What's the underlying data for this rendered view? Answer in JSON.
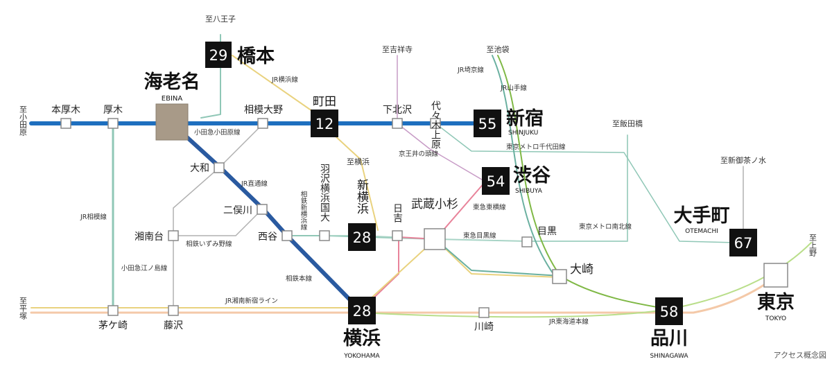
{
  "colors": {
    "odakyu": "#1e6fbf",
    "sotetsu": "#2a5aa0",
    "jr_green": "#8fc7b6",
    "jr_yamanote": "#7fb845",
    "keio_inokashira": "#c79bc6",
    "tokyu_toyoko": "#e8839a",
    "yellow_line": "#e9d27e",
    "grey_line": "#a8a8a8",
    "teal_line": "#6ab0a0",
    "tokaido": "#f4c9a8",
    "station_box": "#111111",
    "ebina_box": "#a89a88"
  },
  "destinations": {
    "hachioji": "至八王子",
    "odawara": "至小田原",
    "kichijoji": "至吉祥寺",
    "ikebukuro": "至池袋",
    "yokohama": "至横浜",
    "iidabashi": "至飯田橋",
    "shinochanomizu": "至新御茶ノ水",
    "ueno": "至上野",
    "hiratsuka": "至平塚"
  },
  "lines": {
    "jr_yokohama": "JR横浜線",
    "odakyu": "小田急小田原線",
    "jr_chokutsu": "JR直通線",
    "jr_sagami": "JR相模線",
    "sotetsu_izumino": "相鉄いずみ野線",
    "sotetsu_shin_yokohama": "相鉄新横浜線",
    "odakyu_enoshima": "小田急江ノ島線",
    "sotetsu_main": "相鉄本線",
    "jr_shonan_shinjuku": "JR湘南新宿ライン",
    "jr_tokaido": "JR東海道本線",
    "keio_inokashira": "京王井の頭線",
    "tokyu_toyoko": "東急東横線",
    "tokyu_meguro": "東急目黒線",
    "tokyo_metro_namboku": "東京メトロ南北線",
    "tokyo_metro_chiyoda": "東京メトロ千代田線",
    "jr_saikyo": "JR埼京線",
    "jr_yamanote": "JR山手線"
  },
  "stations": {
    "hashimoto": {
      "name": "橋本",
      "minutes": "29"
    },
    "ebina": {
      "name": "海老名",
      "en": "EBINA"
    },
    "machida": {
      "name": "町田",
      "minutes": "12"
    },
    "shinjuku": {
      "name": "新宿",
      "en": "SHINJUKU",
      "minutes": "55"
    },
    "shibuya": {
      "name": "渋谷",
      "en": "SHIBUYA",
      "minutes": "54"
    },
    "otemachi": {
      "name": "大手町",
      "en": "OTEMACHI",
      "minutes": "67"
    },
    "shin_yokohama": {
      "name": "新横浜",
      "minutes": "28"
    },
    "yokohama": {
      "name": "横浜",
      "en": "YOKOHAMA",
      "minutes": "28"
    },
    "shinagawa": {
      "name": "品川",
      "en": "SHINAGAWA",
      "minutes": "58"
    },
    "tokyo": {
      "name": "東京",
      "en": "TOKYO"
    },
    "honatsugi": "本厚木",
    "atsugi": "厚木",
    "sagami_ono": "相模大野",
    "shimokitazawa": "下北沢",
    "yoyogi_uehara": "代々木上原",
    "yamato": "大和",
    "futamatagawa": "二俣川",
    "shonandai": "湘南台",
    "nishiya": "西谷",
    "hazawa": "羽沢横浜国大",
    "hiyoshi": "日吉",
    "musashikosugi": "武蔵小杉",
    "meguro": "目黒",
    "osaki": "大崎",
    "chigasaki": "茅ケ崎",
    "fujisawa": "藤沢",
    "kawasaki": "川崎"
  },
  "caption": "アクセス概念図"
}
